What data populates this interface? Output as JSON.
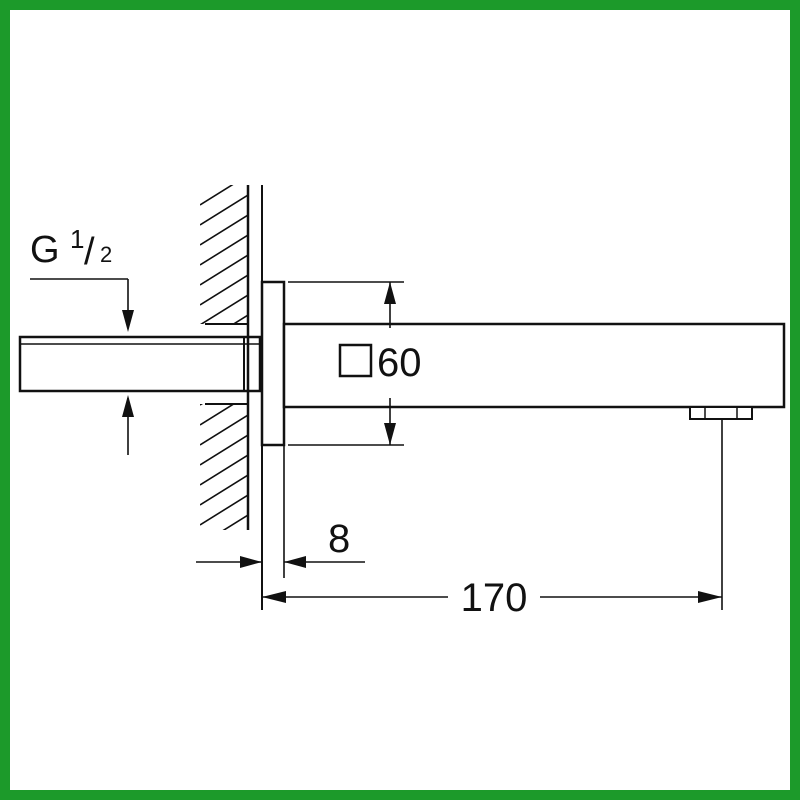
{
  "colors": {
    "frame_border": "#1c9a2a",
    "line": "#111111",
    "background": "#ffffff"
  },
  "labels": {
    "thread_letter": "G",
    "thread_numerator": "1",
    "thread_slash": "/",
    "thread_denominator": "2",
    "square_size": "60",
    "plate_thickness": "8",
    "projection": "170"
  },
  "icons": {
    "square_symbol": "square-dimension-icon"
  }
}
